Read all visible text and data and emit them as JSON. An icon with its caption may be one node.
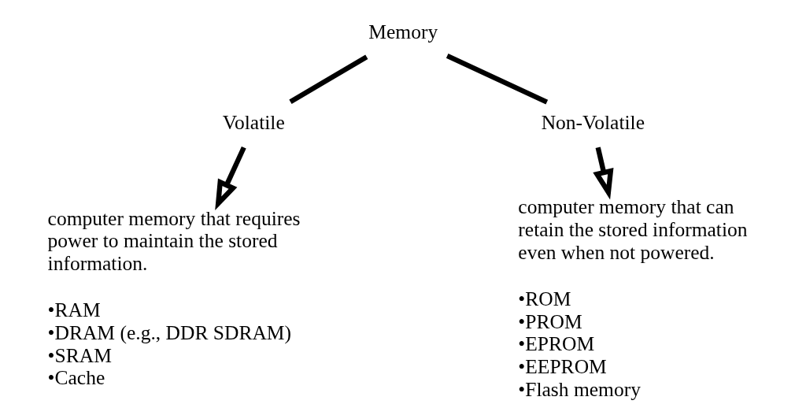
{
  "diagram": {
    "nodes": [
      {
        "text": [
          "Memory"
        ]
      },
      {
        "text": [
          "Volatile"
        ]
      },
      {
        "text": [
          "Non-Volatile"
        ]
      },
      {
        "text": [
          "computer memory that requires power to maintain the stored information.",
          "•RAM",
          "•DRAM (e.g., DDR SDRAM)",
          "•SRAM",
          "•Cache"
        ]
      },
      {
        "text": [
          "computer memory that can retain the stored information even when not powered.",
          "•ROM",
          "•PROM",
          "•EPROM",
          "•EEPROM",
          "•Flash memory"
        ]
      }
    ],
    "edges": [
      {
        "from": 0,
        "to": 1,
        "arrow": "none"
      },
      {
        "from": 0,
        "to": 2,
        "arrow": "none"
      },
      {
        "from": 1,
        "to": 3,
        "arrow": "to"
      },
      {
        "from": 2,
        "to": 4,
        "arrow": "to"
      }
    ]
  }
}
